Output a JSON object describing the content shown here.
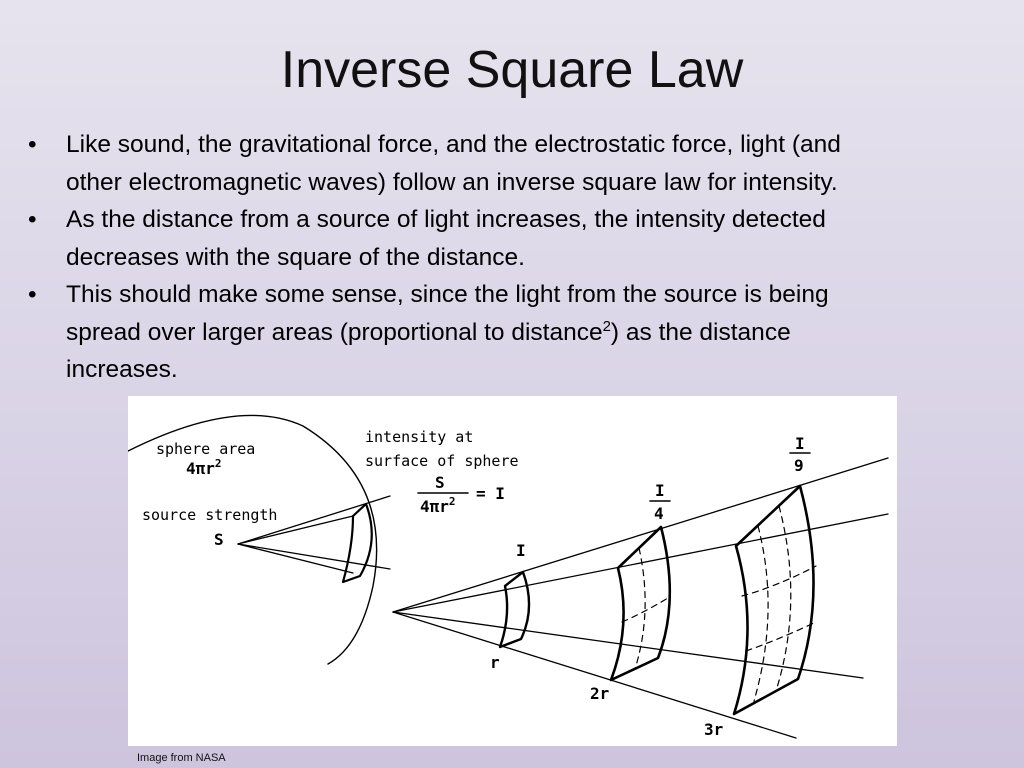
{
  "slide": {
    "title": "Inverse Square Law",
    "bullets": [
      {
        "line1": "Like sound, the gravitational force, and the electrostatic force, light (and",
        "line2": "other electromagnetic waves) follow an inverse square law for intensity."
      },
      {
        "line1": "As the distance from a source of light increases, the intensity detected",
        "line2": "decreases with the square of the distance."
      },
      {
        "line1": "This should make some sense, since the light from the source is being",
        "line2_pre": "spread over larger areas (proportional to distance",
        "line2_sup": "2",
        "line2_post": ")  as the distance",
        "line3": "increases."
      }
    ],
    "bullet_char": "•",
    "caption": "Image from NASA"
  },
  "diagram": {
    "sphere_area_label": "sphere area",
    "sphere_area_formula": "4πr",
    "sphere_area_exp": "2",
    "source_strength_label": "source strength",
    "source_symbol": "S",
    "intensity_line1": "intensity at",
    "intensity_line2": "surface of sphere",
    "fraction_num": "S",
    "fraction_den": "4πr",
    "fraction_den_exp": "2",
    "fraction_result": "= I",
    "label_I": "I",
    "label_quarter_num": "I",
    "label_quarter_den": "4",
    "label_ninth_num": "I",
    "label_ninth_den": "9",
    "label_r": "r",
    "label_2r": "2r",
    "label_3r": "3r"
  }
}
